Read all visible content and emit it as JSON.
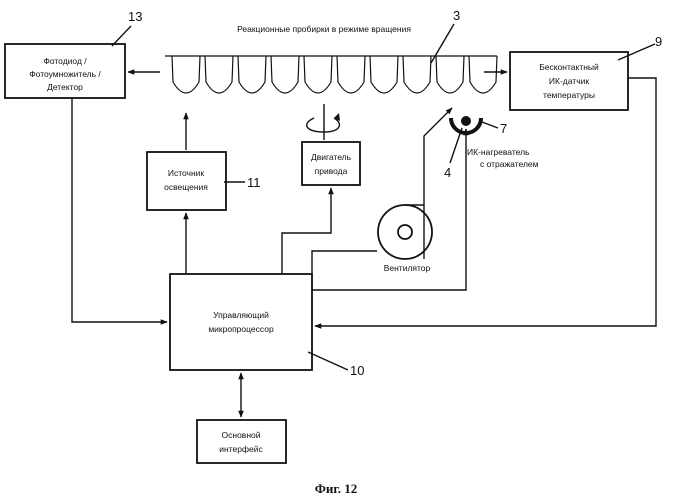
{
  "title_tubes": "Реакционные пробирки в режиме вращения",
  "boxes": {
    "detector": [
      "Фотодиод /",
      "Фотоумножитель /",
      "Детектор"
    ],
    "light_source": [
      "Источник",
      "освещения"
    ],
    "motor": [
      "Двигатель",
      "привода"
    ],
    "ir_sensor": [
      "Бесконтактный",
      "ИК-датчик",
      "температуры"
    ],
    "cpu": [
      "Управляющий",
      "микропроцессор"
    ],
    "interface": [
      "Основной",
      "интерфейс"
    ]
  },
  "labels": {
    "fan": "Вентилятор",
    "ir_heater": [
      "ИК-нагреватель",
      "с отражателем"
    ]
  },
  "numbers": {
    "n13": "13",
    "n3": "3",
    "n9": "9",
    "n7": "7",
    "n4": "4",
    "n11": "11",
    "n10": "10"
  },
  "caption": "Фиг. 12",
  "icons": {
    "fan": "fan-icon",
    "rotation": "rotation-arrow-icon",
    "heater": "ir-heater-icon"
  }
}
